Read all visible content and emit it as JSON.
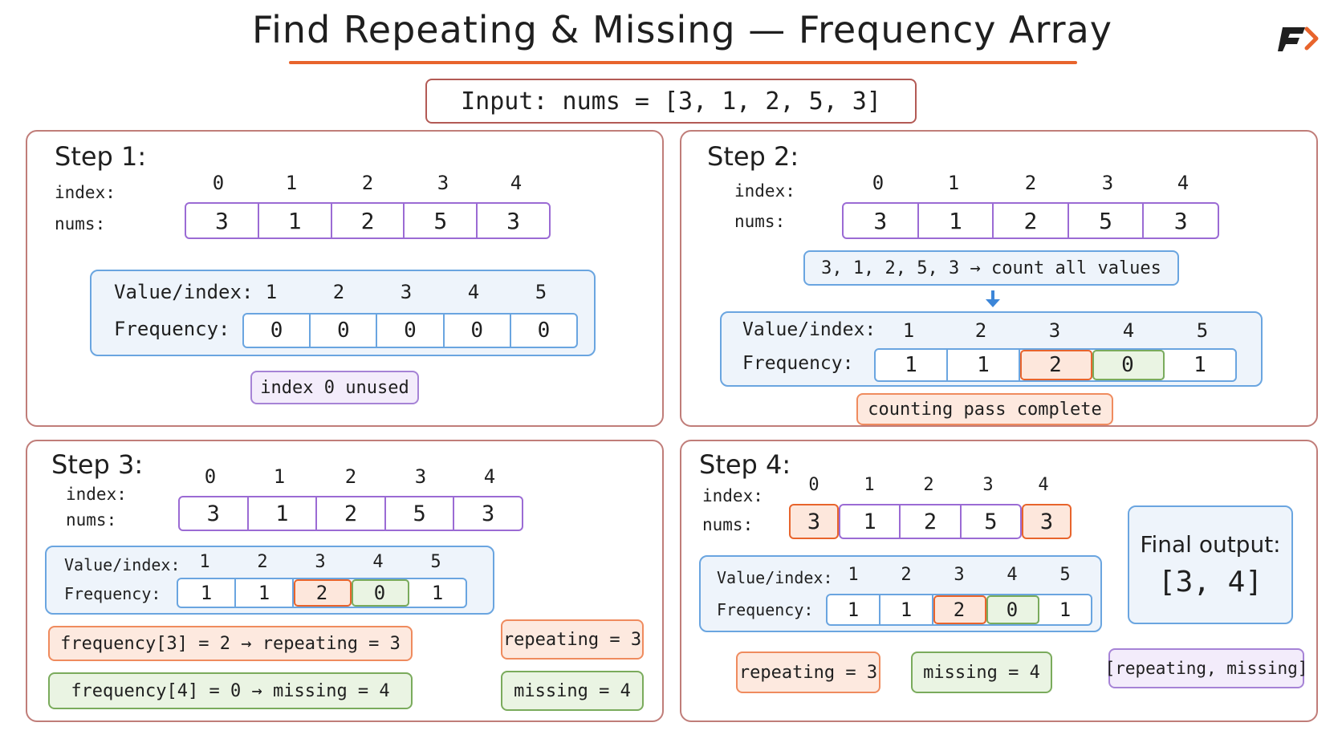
{
  "title": "Find Repeating & Missing — Frequency Array",
  "input": "Input:  nums = [3, 1, 2, 5, 3]",
  "labels": {
    "index": "index:",
    "nums": "nums:",
    "value_index": "Value/index:",
    "frequency": "Frequency:"
  },
  "indices": [
    "0",
    "1",
    "2",
    "3",
    "4"
  ],
  "nums": [
    "3",
    "1",
    "2",
    "5",
    "3"
  ],
  "value_indices": [
    "1",
    "2",
    "3",
    "4",
    "5"
  ],
  "step1": {
    "title": "Step 1:",
    "freq": [
      "0",
      "0",
      "0",
      "0",
      "0"
    ],
    "note": "index 0 unused"
  },
  "step2": {
    "title": "Step 2:",
    "count_note": "3, 1, 2, 5, 3 → count all values",
    "freq": [
      "1",
      "1",
      "2",
      "0",
      "1"
    ],
    "note": "counting pass complete"
  },
  "step3": {
    "title": "Step 3:",
    "freq": [
      "1",
      "1",
      "2",
      "0",
      "1"
    ],
    "rule_repeating": "frequency[3] = 2 → repeating = 3",
    "rule_missing": "frequency[4] = 0 → missing = 4",
    "repeating": "repeating = 3",
    "missing": "missing = 4"
  },
  "step4": {
    "title": "Step 4:",
    "freq": [
      "1",
      "1",
      "2",
      "0",
      "1"
    ],
    "final_label": "Final output:",
    "final_value": "[3, 4]",
    "repeating": "repeating = 3",
    "missing": "missing = 4",
    "format": "[repeating, missing]"
  },
  "colors": {
    "accent_orange": "#e8642c",
    "green": "#7aab5c",
    "blue": "#6aa5e0",
    "purple": "#9b6bd4",
    "panel_border": "#c07d79"
  }
}
